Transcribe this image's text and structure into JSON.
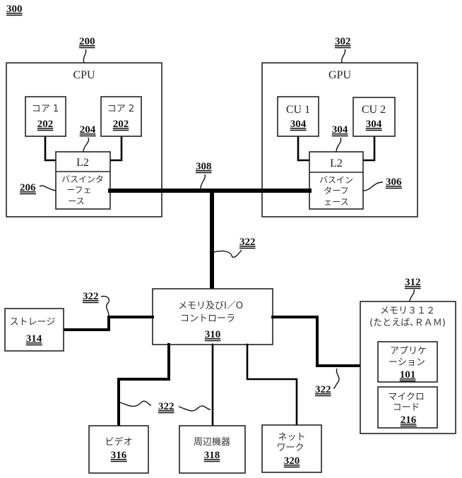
{
  "figure": {
    "ref": "300"
  },
  "cpu": {
    "ref": "200",
    "title": "CPU",
    "core1": {
      "label": "コア 1",
      "ref": "202"
    },
    "core2": {
      "label": "コア 2",
      "ref": "202"
    },
    "l2_ref": "204",
    "l2_label": "L2",
    "bus_interface": {
      "ref": "206",
      "lines": [
        "バスインタ",
        "ーフェ",
        "ース"
      ]
    }
  },
  "gpu": {
    "ref": "302",
    "title": "GPU",
    "cu1": {
      "label": "CU 1",
      "ref": "304"
    },
    "cu2": {
      "label": "CU 2",
      "ref": "304"
    },
    "l2_ref": "304",
    "l2_label": "L2",
    "bus_interface": {
      "ref": "306",
      "lines": [
        "バスイン",
        "ターフ",
        "ェース"
      ]
    }
  },
  "bus": {
    "ref": "308"
  },
  "links": {
    "ref": "322"
  },
  "controller": {
    "lines": [
      "メモリ及びI／O",
      "コントローラ"
    ],
    "ref": "310"
  },
  "storage": {
    "label": "ストレージ",
    "ref": "314"
  },
  "memory": {
    "ref": "312",
    "lines": [
      "メモリ３１２",
      "(たとえば､ＲＡＭ)"
    ],
    "application": {
      "lines": [
        "アプリケ",
        "ーション"
      ],
      "ref": "101"
    },
    "microcode": {
      "lines": [
        "マイクロ",
        "コード"
      ],
      "ref": "216"
    }
  },
  "video": {
    "label": "ビデオ",
    "ref": "316"
  },
  "peripheral": {
    "label": "周辺機器",
    "ref": "318"
  },
  "network": {
    "lines": [
      "ネット",
      "ワーク"
    ],
    "ref": "320"
  }
}
